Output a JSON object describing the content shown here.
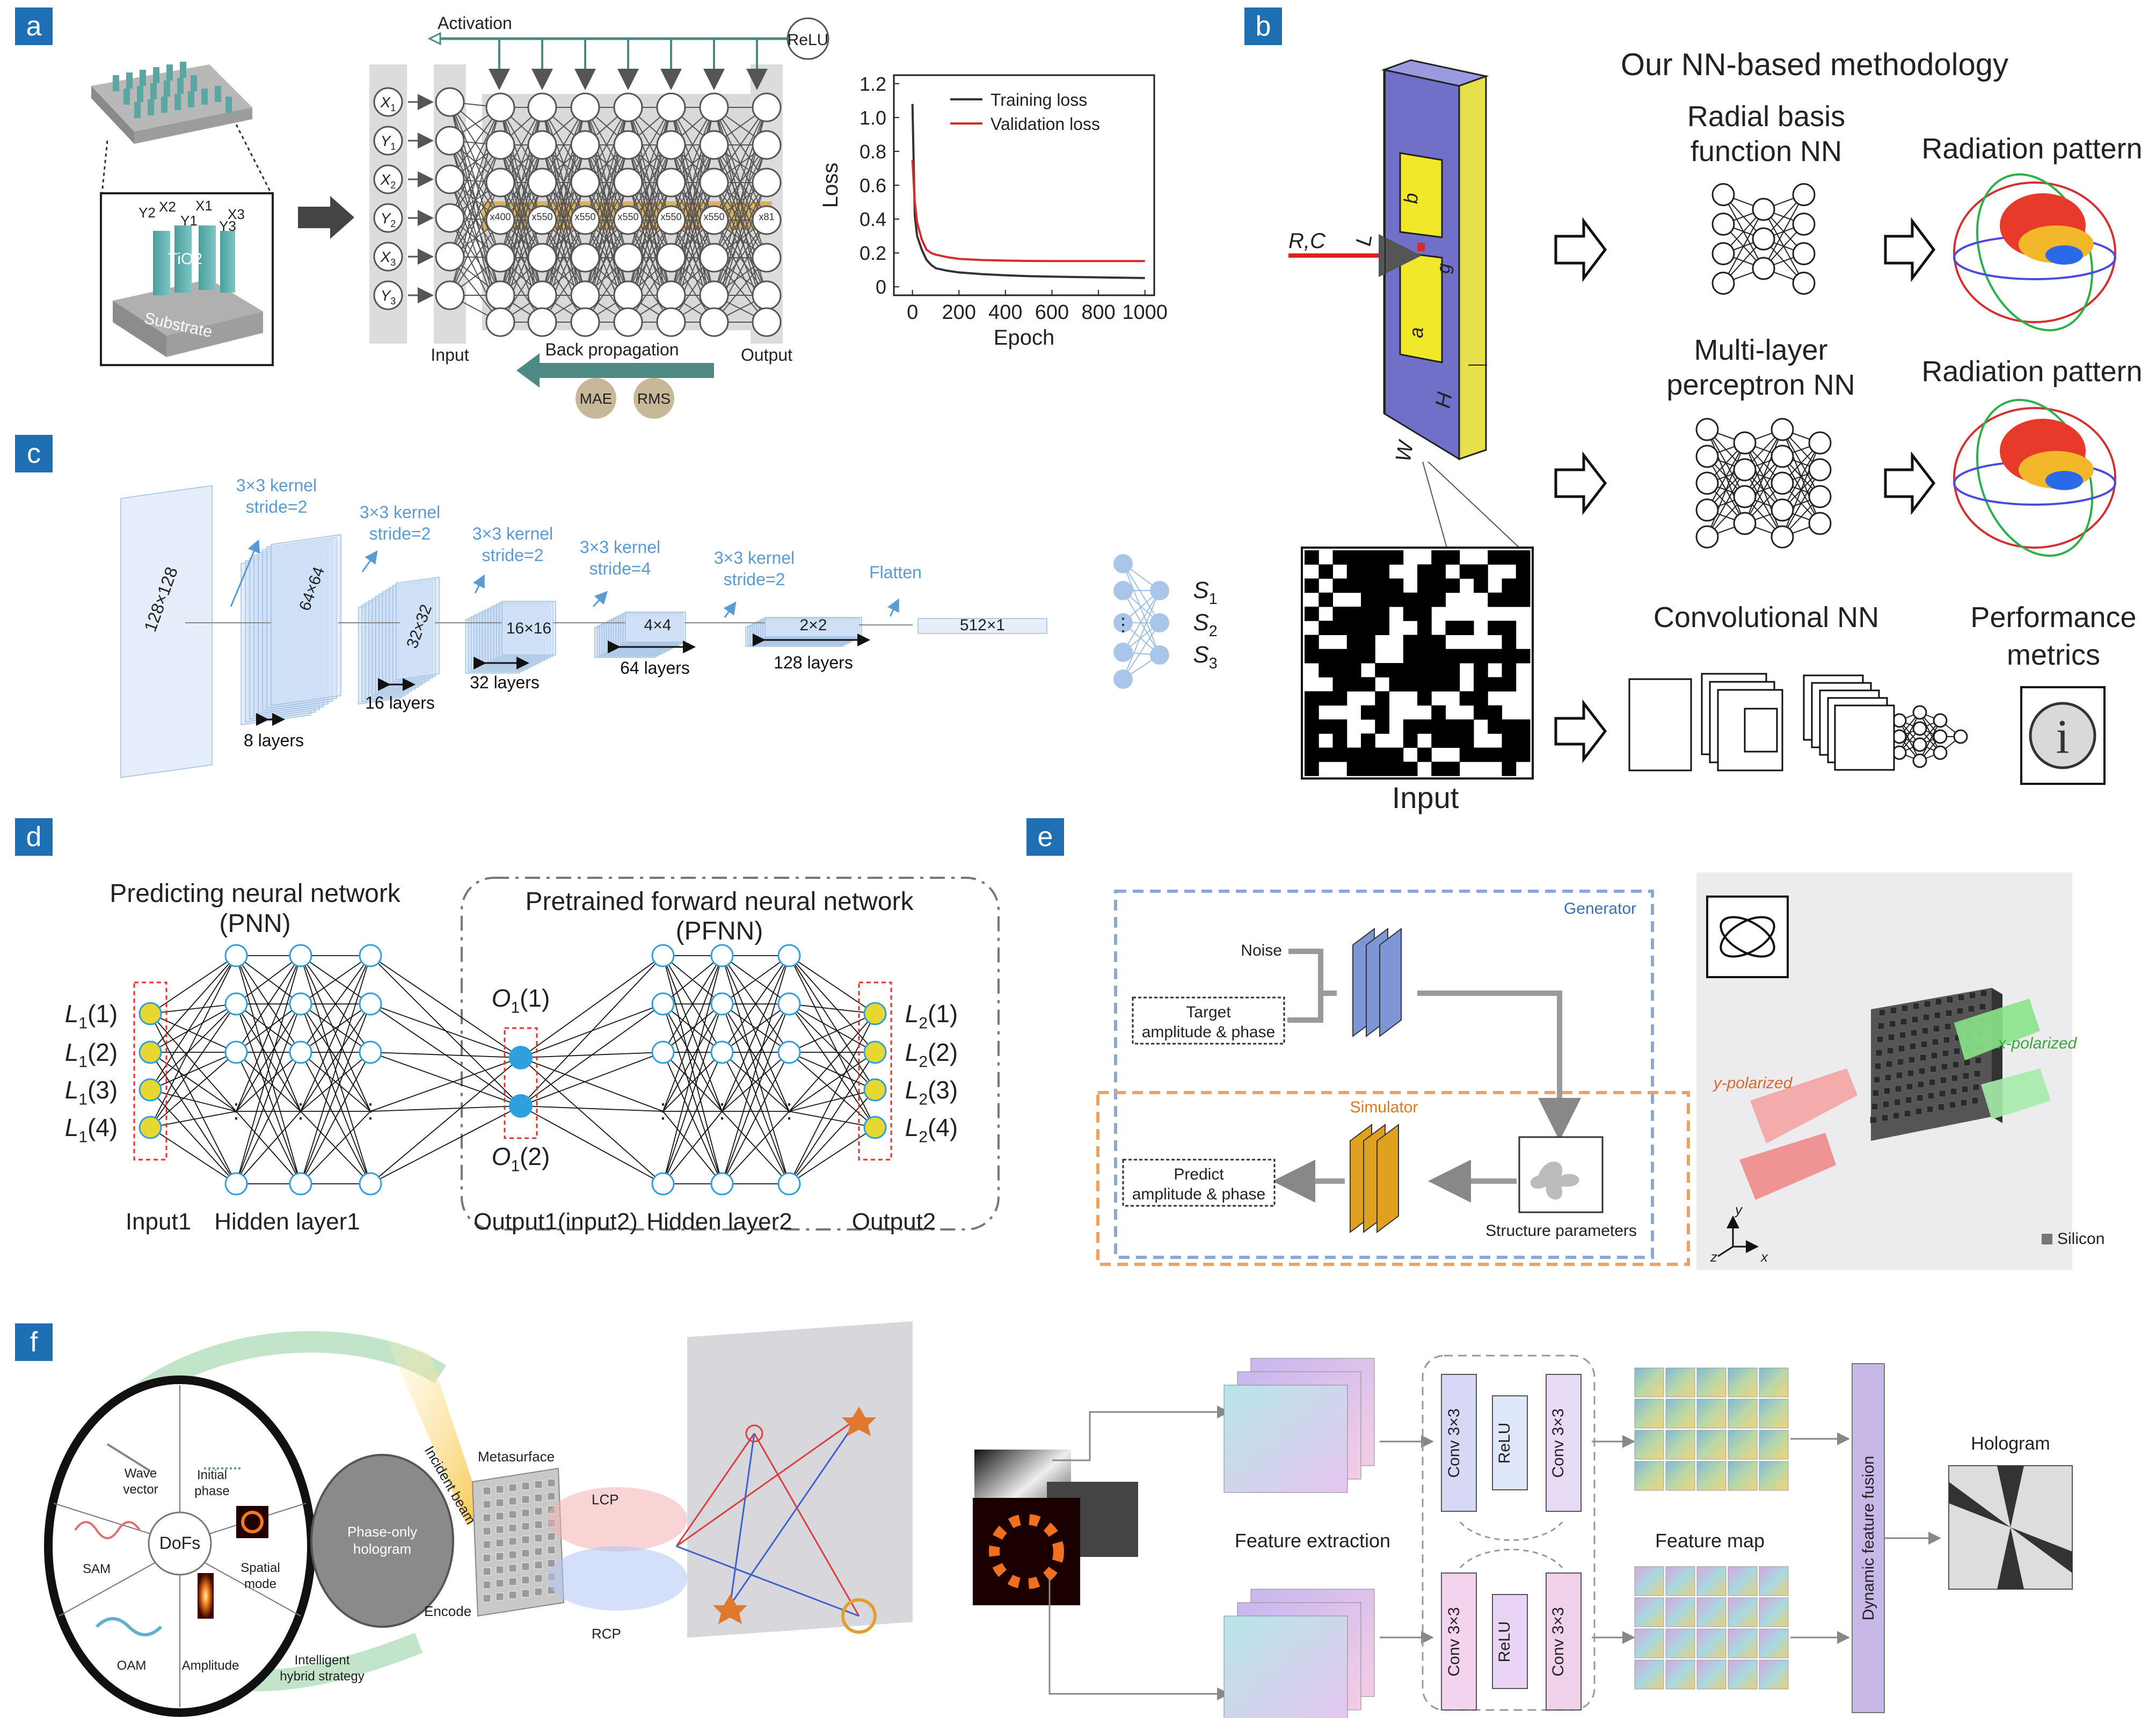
{
  "panels": {
    "a": {
      "badge": "a",
      "inset": {
        "y2": "Y2",
        "x2": "X2",
        "y1": "Y1",
        "x1": "X1",
        "y3": "Y3",
        "x3": "X3",
        "tio2": "TiO2",
        "substrate": "Substrate"
      },
      "nodes": [
        "X1",
        "Y1",
        "X2",
        "Y2",
        "X3",
        "Y3"
      ],
      "activation": "Activation",
      "relu": "ReLU",
      "layer_sizes": [
        "x400",
        "x550",
        "x550",
        "x550",
        "x550",
        "x550",
        "x81"
      ],
      "input_label": "Input",
      "output_label": "Output",
      "backprop": "Back propagation",
      "mae": "MAE",
      "rms": "RMS"
    },
    "b": {
      "badge": "b",
      "title": "Our NN-based methodology",
      "rbf_nn": [
        "Radial basis",
        "function NN"
      ],
      "mlp_nn": [
        "Multi-layer",
        "perceptron NN"
      ],
      "radiation_1": "Radiation pattern",
      "radiation_2": "Radiation pattern",
      "cnn": "Convolutional NN",
      "metrics": [
        "Performance",
        "metrics"
      ],
      "input": "Input",
      "dims": {
        "rc": "R,C",
        "l": "L",
        "b": "b",
        "g": "g",
        "a": "a",
        "h": "H",
        "w": "W"
      }
    },
    "c": {
      "badge": "c",
      "blocks": [
        "128×128",
        "64×64",
        "32×32",
        "16×16",
        "4×4",
        "2×2",
        "512×1"
      ],
      "kernels": [
        "3×3 kernel\nstride=2",
        "3×3 kernel\nstride=2",
        "3×3 kernel\nstride=2",
        "3×3 kernel\nstride=4",
        "3×3 kernel\nstride=2",
        "Flatten"
      ],
      "layers": [
        "8 layers",
        "16 layers",
        "32 layers",
        "64 layers",
        "128 layers"
      ],
      "outputs": [
        "S1",
        "S2",
        "S3"
      ]
    },
    "d": {
      "badge": "d",
      "pnn_title": [
        "Predicting neural network",
        "(PNN)"
      ],
      "pfnn_title": [
        "Pretrained forward neural network",
        "(PFNN)"
      ],
      "inputs": [
        "L1(1)",
        "L1(2)",
        "L1(3)",
        "L1(4)"
      ],
      "mids": [
        "O1(1)",
        "O1(2)"
      ],
      "outputs": [
        "L2(1)",
        "L2(2)",
        "L2(3)",
        "L2(4)"
      ],
      "labels": [
        "Input1",
        "Hidden layer1",
        "Output1(input2)",
        "Hidden layer2",
        "Output2"
      ]
    },
    "e": {
      "badge": "e",
      "generator": "Generator",
      "noise": "Noise",
      "target": [
        "Target",
        "amplitude & phase"
      ],
      "simulator": "Simulator",
      "predict": [
        "Predict",
        "amplitude & phase"
      ],
      "structure": "Structure parameters",
      "x_pol": "x-polarized",
      "y_pol": "y-polarized",
      "silicon": "Silicon",
      "axes": {
        "y": "y",
        "z": "z",
        "x": "x"
      }
    },
    "f": {
      "badge": "f",
      "dofs": "DoFs",
      "wave_vector": [
        "Wave",
        "vector"
      ],
      "initial_phase": [
        "Initial",
        "phase"
      ],
      "spatial_mode": [
        "Spatial",
        "mode"
      ],
      "sam": "SAM",
      "oam": "OAM",
      "amplitude": "Amplitude",
      "hologram_disc": [
        "Phase-only",
        "hologram"
      ],
      "incident": "Incident beam",
      "encode": "Encode",
      "hybrid": [
        "Intelligent",
        "hybrid strategy"
      ],
      "metasurface": "Metasurface",
      "lcp": "LCP",
      "rcp": "RCP",
      "feature_extraction": "Feature extraction",
      "conv": "Conv 3×3",
      "relu": "ReLU",
      "feature_map": "Feature map",
      "fusion": "Dynamic feature fusion",
      "hologram": "Hologram"
    }
  },
  "chart_data": {
    "type": "line",
    "xlabel": "Epoch",
    "ylabel": "Loss",
    "xlim": [
      -80,
      1040
    ],
    "ylim": [
      -0.05,
      1.25
    ],
    "x_ticks": [
      0,
      200,
      400,
      600,
      800,
      1000
    ],
    "y_ticks": [
      0,
      0.2,
      0.4,
      0.6,
      0.8,
      1.0,
      1.2
    ],
    "legend": "top-right",
    "series": [
      {
        "name": "Training loss",
        "color": "#333333",
        "x": [
          0,
          10,
          20,
          40,
          60,
          80,
          100,
          150,
          200,
          300,
          400,
          500,
          600,
          700,
          800,
          900,
          1000
        ],
        "y": [
          1.08,
          0.42,
          0.3,
          0.22,
          0.16,
          0.13,
          0.11,
          0.095,
          0.085,
          0.075,
          0.068,
          0.063,
          0.06,
          0.058,
          0.056,
          0.054,
          0.052
        ]
      },
      {
        "name": "Validation loss",
        "color": "#d42b2b",
        "x": [
          0,
          10,
          20,
          40,
          60,
          80,
          100,
          150,
          200,
          300,
          400,
          500,
          600,
          700,
          800,
          900,
          1000
        ],
        "y": [
          0.75,
          0.5,
          0.38,
          0.28,
          0.22,
          0.2,
          0.19,
          0.175,
          0.165,
          0.158,
          0.155,
          0.153,
          0.152,
          0.152,
          0.152,
          0.152,
          0.152
        ]
      }
    ]
  }
}
